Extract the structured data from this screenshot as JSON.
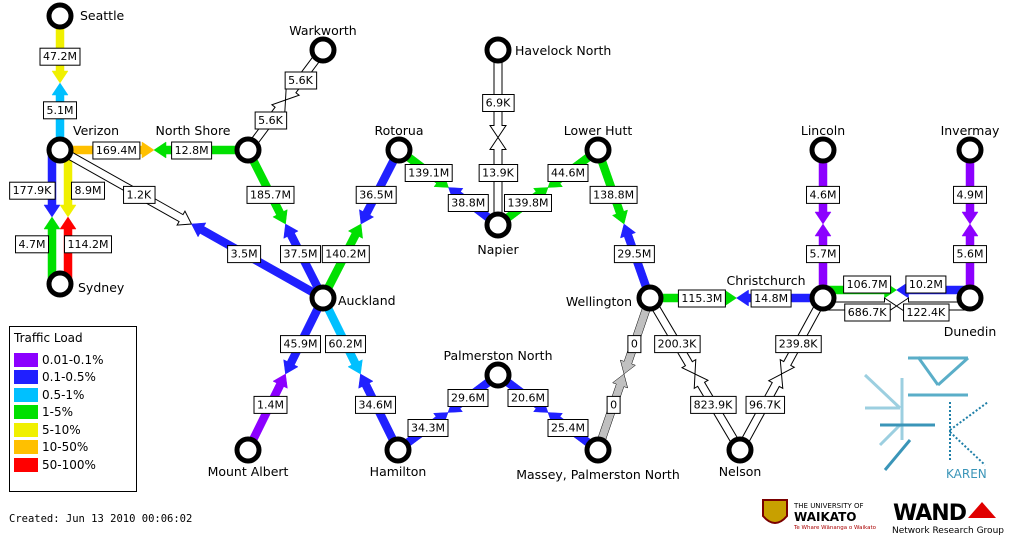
{
  "created": "Created: Jun 13 2010 00:06:02",
  "legend": {
    "title": "Traffic Load",
    "items": [
      {
        "label": "0.01-0.1%",
        "color": "#8c00ff"
      },
      {
        "label": "0.1-0.5%",
        "color": "#2020ff"
      },
      {
        "label": "0.5-1%",
        "color": "#00c0ff"
      },
      {
        "label": "1-5%",
        "color": "#00e000"
      },
      {
        "label": "5-10%",
        "color": "#f0f000"
      },
      {
        "label": "10-50%",
        "color": "#ffc000"
      },
      {
        "label": "50-100%",
        "color": "#ff0000"
      }
    ]
  },
  "colors": {
    "white": "#ffffff",
    "gray": "#c0c0c0"
  },
  "nodes": [
    {
      "id": "seattle",
      "label": "Seattle"
    },
    {
      "id": "verizon",
      "label": "Verizon"
    },
    {
      "id": "sydney",
      "label": "Sydney"
    },
    {
      "id": "northshore",
      "label": "North Shore"
    },
    {
      "id": "warkworth",
      "label": "Warkworth"
    },
    {
      "id": "auckland",
      "label": "Auckland"
    },
    {
      "id": "rotorua",
      "label": "Rotorua"
    },
    {
      "id": "havelock",
      "label": "Havelock North"
    },
    {
      "id": "napier",
      "label": "Napier"
    },
    {
      "id": "lowerhutt",
      "label": "Lower Hutt"
    },
    {
      "id": "wellington",
      "label": "Wellington"
    },
    {
      "id": "christchurch",
      "label": "Christchurch"
    },
    {
      "id": "lincoln",
      "label": "Lincoln"
    },
    {
      "id": "invermay",
      "label": "Invermay"
    },
    {
      "id": "dunedin",
      "label": "Dunedin"
    },
    {
      "id": "mtalbert",
      "label": "Mount Albert"
    },
    {
      "id": "hamilton",
      "label": "Hamilton"
    },
    {
      "id": "palmnorth",
      "label": "Palmerston North"
    },
    {
      "id": "massey",
      "label": "Massey, Palmerston North"
    },
    {
      "id": "nelson",
      "label": "Nelson"
    }
  ],
  "links": [
    {
      "a": "seattle",
      "b": "verizon",
      "a_out": "47.2M",
      "a_color": "#f0f000",
      "b_out": "5.1M",
      "b_color": "#00c0ff"
    },
    {
      "a": "verizon",
      "b": "northshore",
      "a_out": "169.4M",
      "a_color": "#ffc000",
      "b_out": "12.8M",
      "b_color": "#00e000"
    },
    {
      "a": "verizon",
      "b": "sydney",
      "a_out": "177.9K",
      "a_color": "#2020ff",
      "b_out": "4.7M",
      "b_color": "#00e000"
    },
    {
      "a": "verizon",
      "b": "sydney",
      "a_out": "8.9M",
      "a_color": "#f0f000",
      "b_out": "114.2M",
      "b_color": "#ff0000"
    },
    {
      "a": "verizon",
      "b": "auckland",
      "a_out": "1.2K",
      "a_color": "#ffffff",
      "b_out": "3.5M",
      "b_color": "#2020ff"
    },
    {
      "a": "northshore",
      "b": "warkworth",
      "a_out": "5.6K",
      "a_color": "#ffffff",
      "b_out": "5.6K",
      "b_color": "#ffffff"
    },
    {
      "a": "northshore",
      "b": "auckland",
      "a_out": "185.7M",
      "a_color": "#00e000",
      "b_out": "37.5M",
      "b_color": "#2020ff"
    },
    {
      "a": "rotorua",
      "b": "auckland",
      "a_out": "36.5M",
      "a_color": "#2020ff",
      "b_out": "140.2M",
      "b_color": "#00e000"
    },
    {
      "a": "rotorua",
      "b": "napier",
      "a_out": "139.1M",
      "a_color": "#00e000",
      "b_out": "38.8M",
      "b_color": "#2020ff"
    },
    {
      "a": "havelock",
      "b": "napier",
      "a_out": "6.9K",
      "a_color": "#ffffff",
      "b_out": "13.9K",
      "b_color": "#ffffff"
    },
    {
      "a": "lowerhutt",
      "b": "napier",
      "a_out": "44.6M",
      "a_color": "#00e000",
      "b_out": "139.8M",
      "b_color": "#00e000"
    },
    {
      "a": "lowerhutt",
      "b": "wellington",
      "a_out": "138.8M",
      "a_color": "#00e000",
      "b_out": "29.5M",
      "b_color": "#2020ff"
    },
    {
      "a": "wellington",
      "b": "christchurch",
      "a_out": "115.3M",
      "a_color": "#00e000",
      "b_out": "14.8M",
      "b_color": "#2020ff"
    },
    {
      "a": "lincoln",
      "b": "christchurch",
      "a_out": "4.6M",
      "a_color": "#8c00ff",
      "b_out": "5.7M",
      "b_color": "#8c00ff"
    },
    {
      "a": "invermay",
      "b": "dunedin",
      "a_out": "4.9M",
      "a_color": "#8c00ff",
      "b_out": "5.6M",
      "b_color": "#8c00ff"
    },
    {
      "a": "christchurch",
      "b": "dunedin",
      "a_out": "106.7M",
      "a_color": "#00e000",
      "b_out": "10.2M",
      "b_color": "#2020ff"
    },
    {
      "a": "christchurch",
      "b": "dunedin",
      "a_out": "686.7K",
      "a_color": "#ffffff",
      "b_out": "122.4K",
      "b_color": "#ffffff"
    },
    {
      "a": "auckland",
      "b": "mtalbert",
      "a_out": "45.9M",
      "a_color": "#2020ff",
      "b_out": "1.4M",
      "b_color": "#8c00ff"
    },
    {
      "a": "auckland",
      "b": "hamilton",
      "a_out": "60.2M",
      "a_color": "#00c0ff",
      "b_out": "34.6M",
      "b_color": "#2020ff"
    },
    {
      "a": "hamilton",
      "b": "palmnorth",
      "a_out": "34.3M",
      "a_color": "#2020ff",
      "b_out": "29.6M",
      "b_color": "#2020ff"
    },
    {
      "a": "palmnorth",
      "b": "massey",
      "a_out": "20.6M",
      "a_color": "#2020ff",
      "b_out": "25.4M",
      "b_color": "#2020ff"
    },
    {
      "a": "wellington",
      "b": "massey",
      "a_out": "0",
      "a_color": "#c0c0c0",
      "b_out": "0",
      "b_color": "#c0c0c0"
    },
    {
      "a": "wellington",
      "b": "nelson",
      "a_out": "200.3K",
      "a_color": "#ffffff",
      "b_out": "823.9K",
      "b_color": "#ffffff"
    },
    {
      "a": "christchurch",
      "b": "nelson",
      "a_out": "239.8K",
      "a_color": "#ffffff",
      "b_out": "96.7K",
      "b_color": "#ffffff"
    }
  ],
  "logos": {
    "karen": "KAREN",
    "waikato_line1": "THE UNIVERSITY OF",
    "waikato_line2": "WAIKATO",
    "waikato_motto": "Te Whare Wānanga o Waikato",
    "wand": "WAND",
    "wand_sub": "Network Research Group"
  }
}
